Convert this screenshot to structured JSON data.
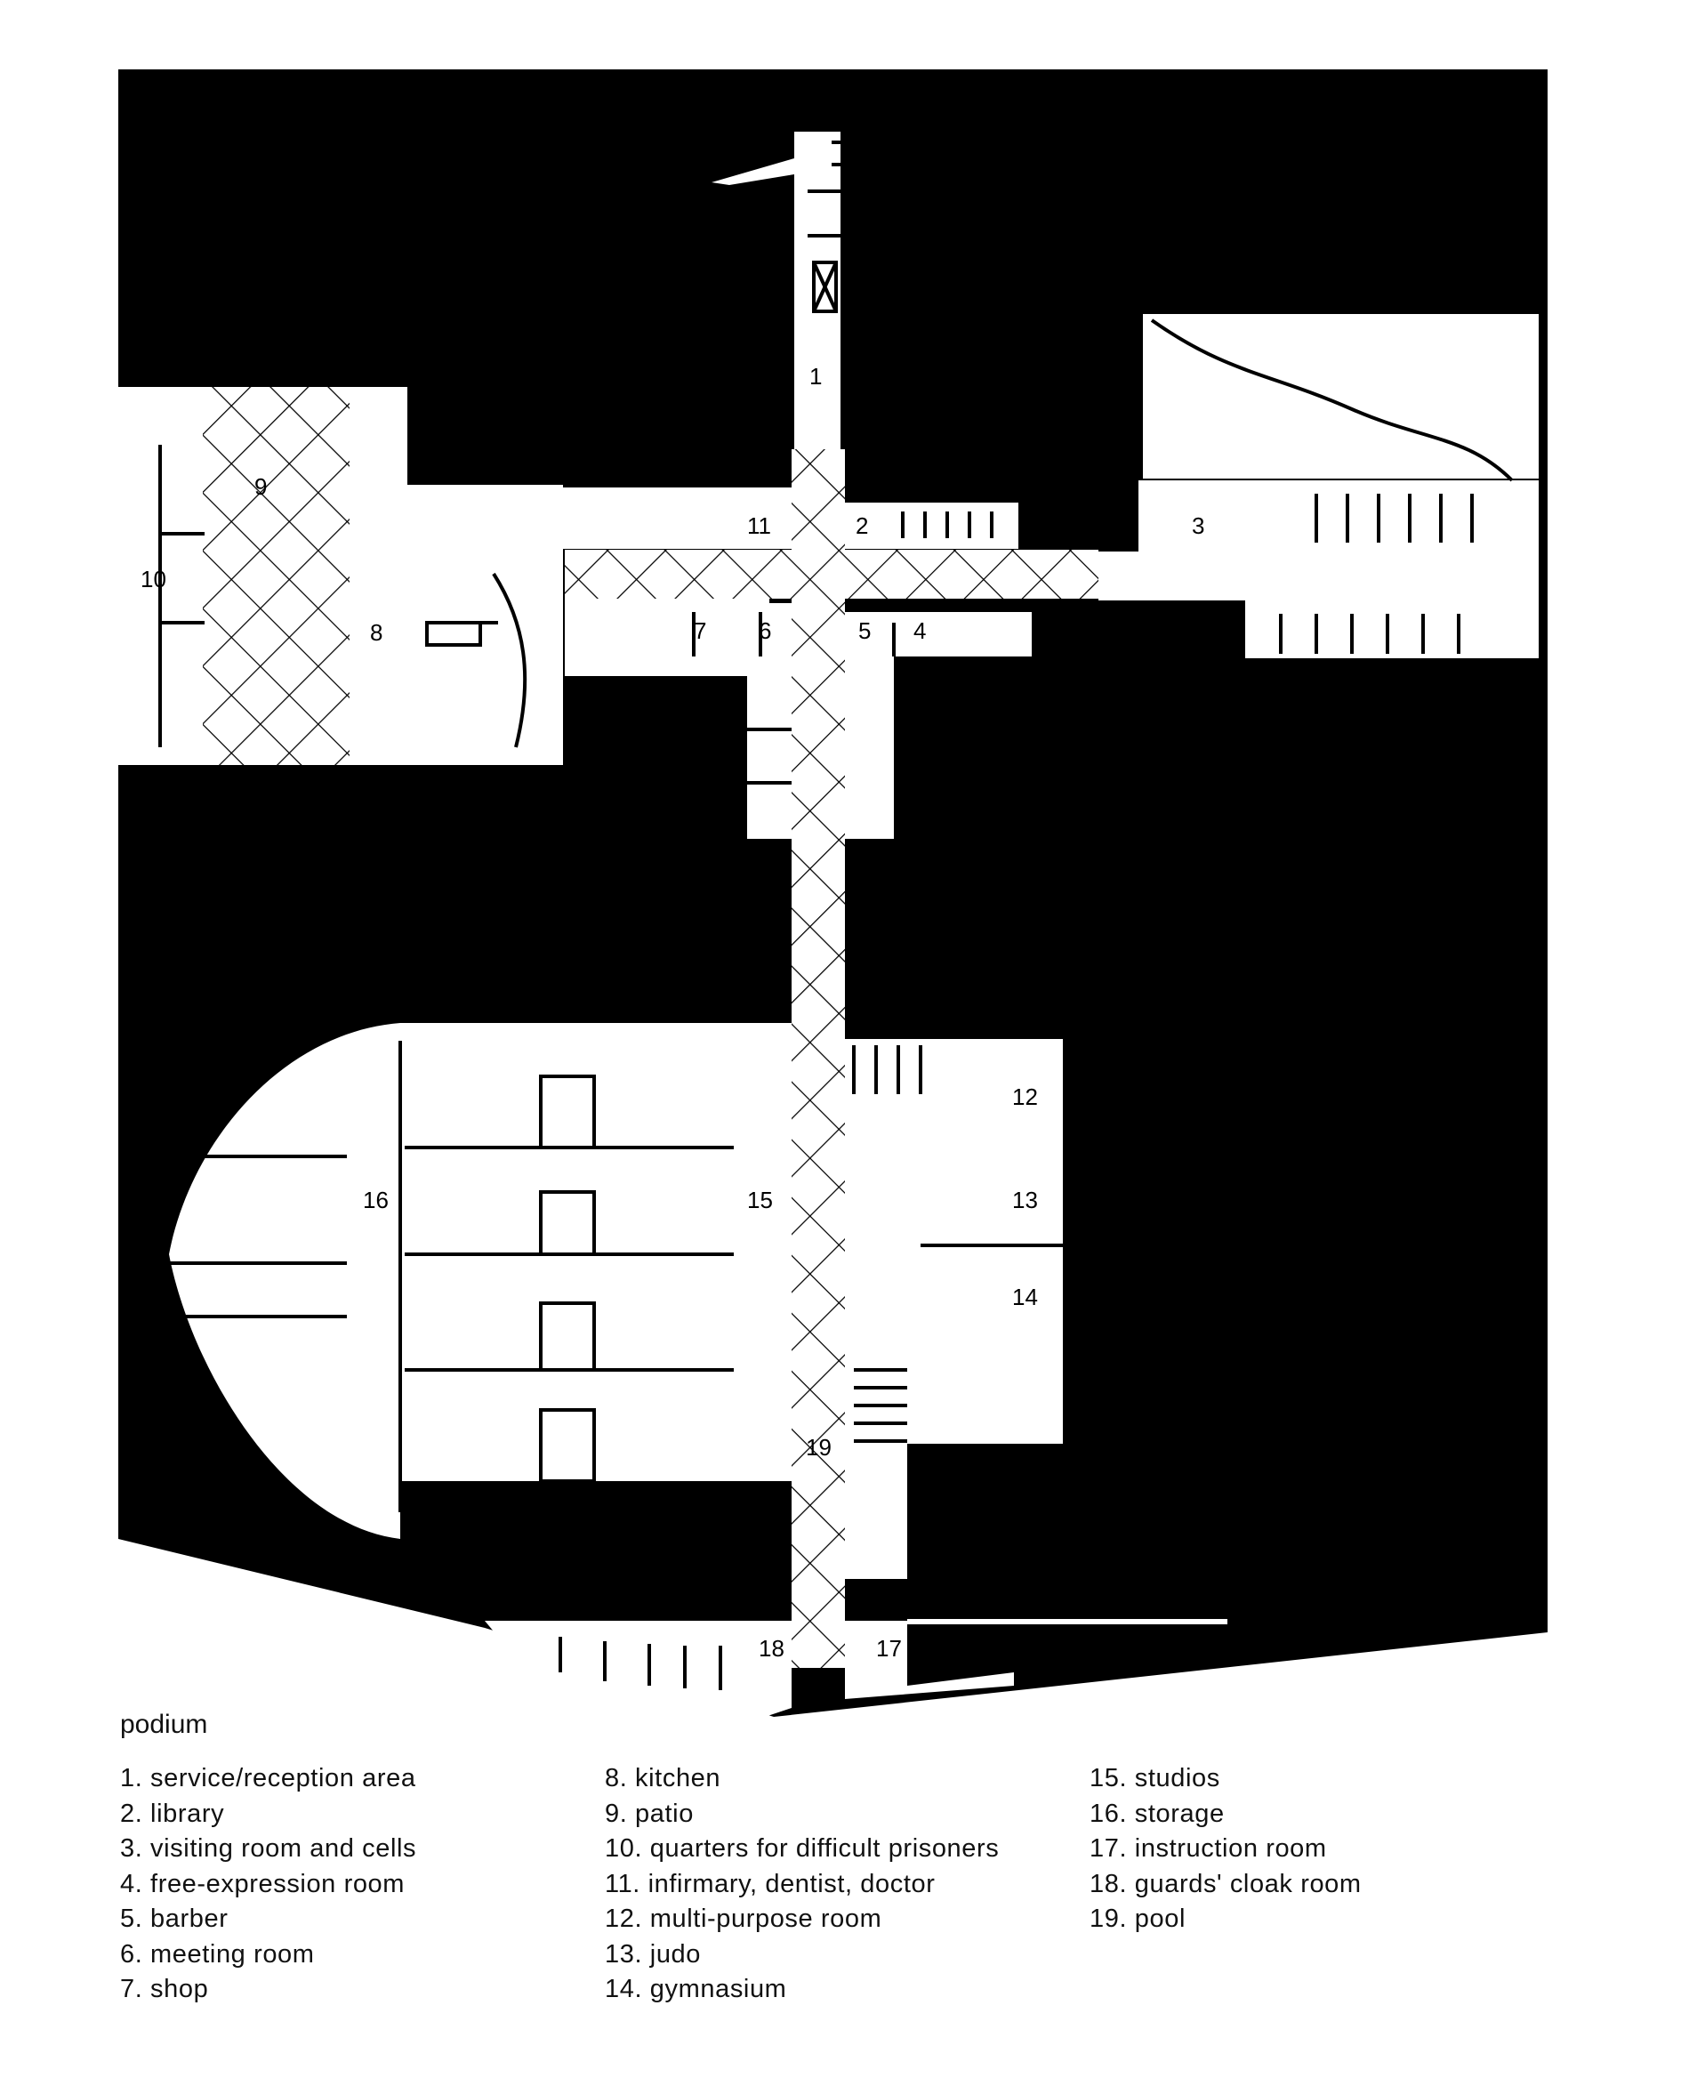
{
  "colors": {
    "ground": "#000000",
    "building": "#ffffff",
    "hatch": "#000000"
  },
  "plan": {
    "room_numbers": [
      "1",
      "2",
      "3",
      "4",
      "5",
      "6",
      "7",
      "8",
      "9",
      "10",
      "11",
      "12",
      "13",
      "14",
      "15",
      "16",
      "17",
      "18",
      "19"
    ]
  },
  "legend": {
    "heading": "podium",
    "items": [
      "1. service/reception area",
      "2. library",
      "3. visiting room and cells",
      "4. free-expression room",
      "5. barber",
      "6. meeting room",
      "7. shop",
      "8. kitchen",
      "9. patio",
      "10. quarters for difficult prisoners",
      "11. infirmary, dentist, doctor",
      "12. multi-purpose room",
      "13. judo",
      "14. gymnasium",
      "15. studios",
      "16. storage",
      "17. instruction room",
      "18. guards' cloak room",
      "19. pool"
    ]
  }
}
